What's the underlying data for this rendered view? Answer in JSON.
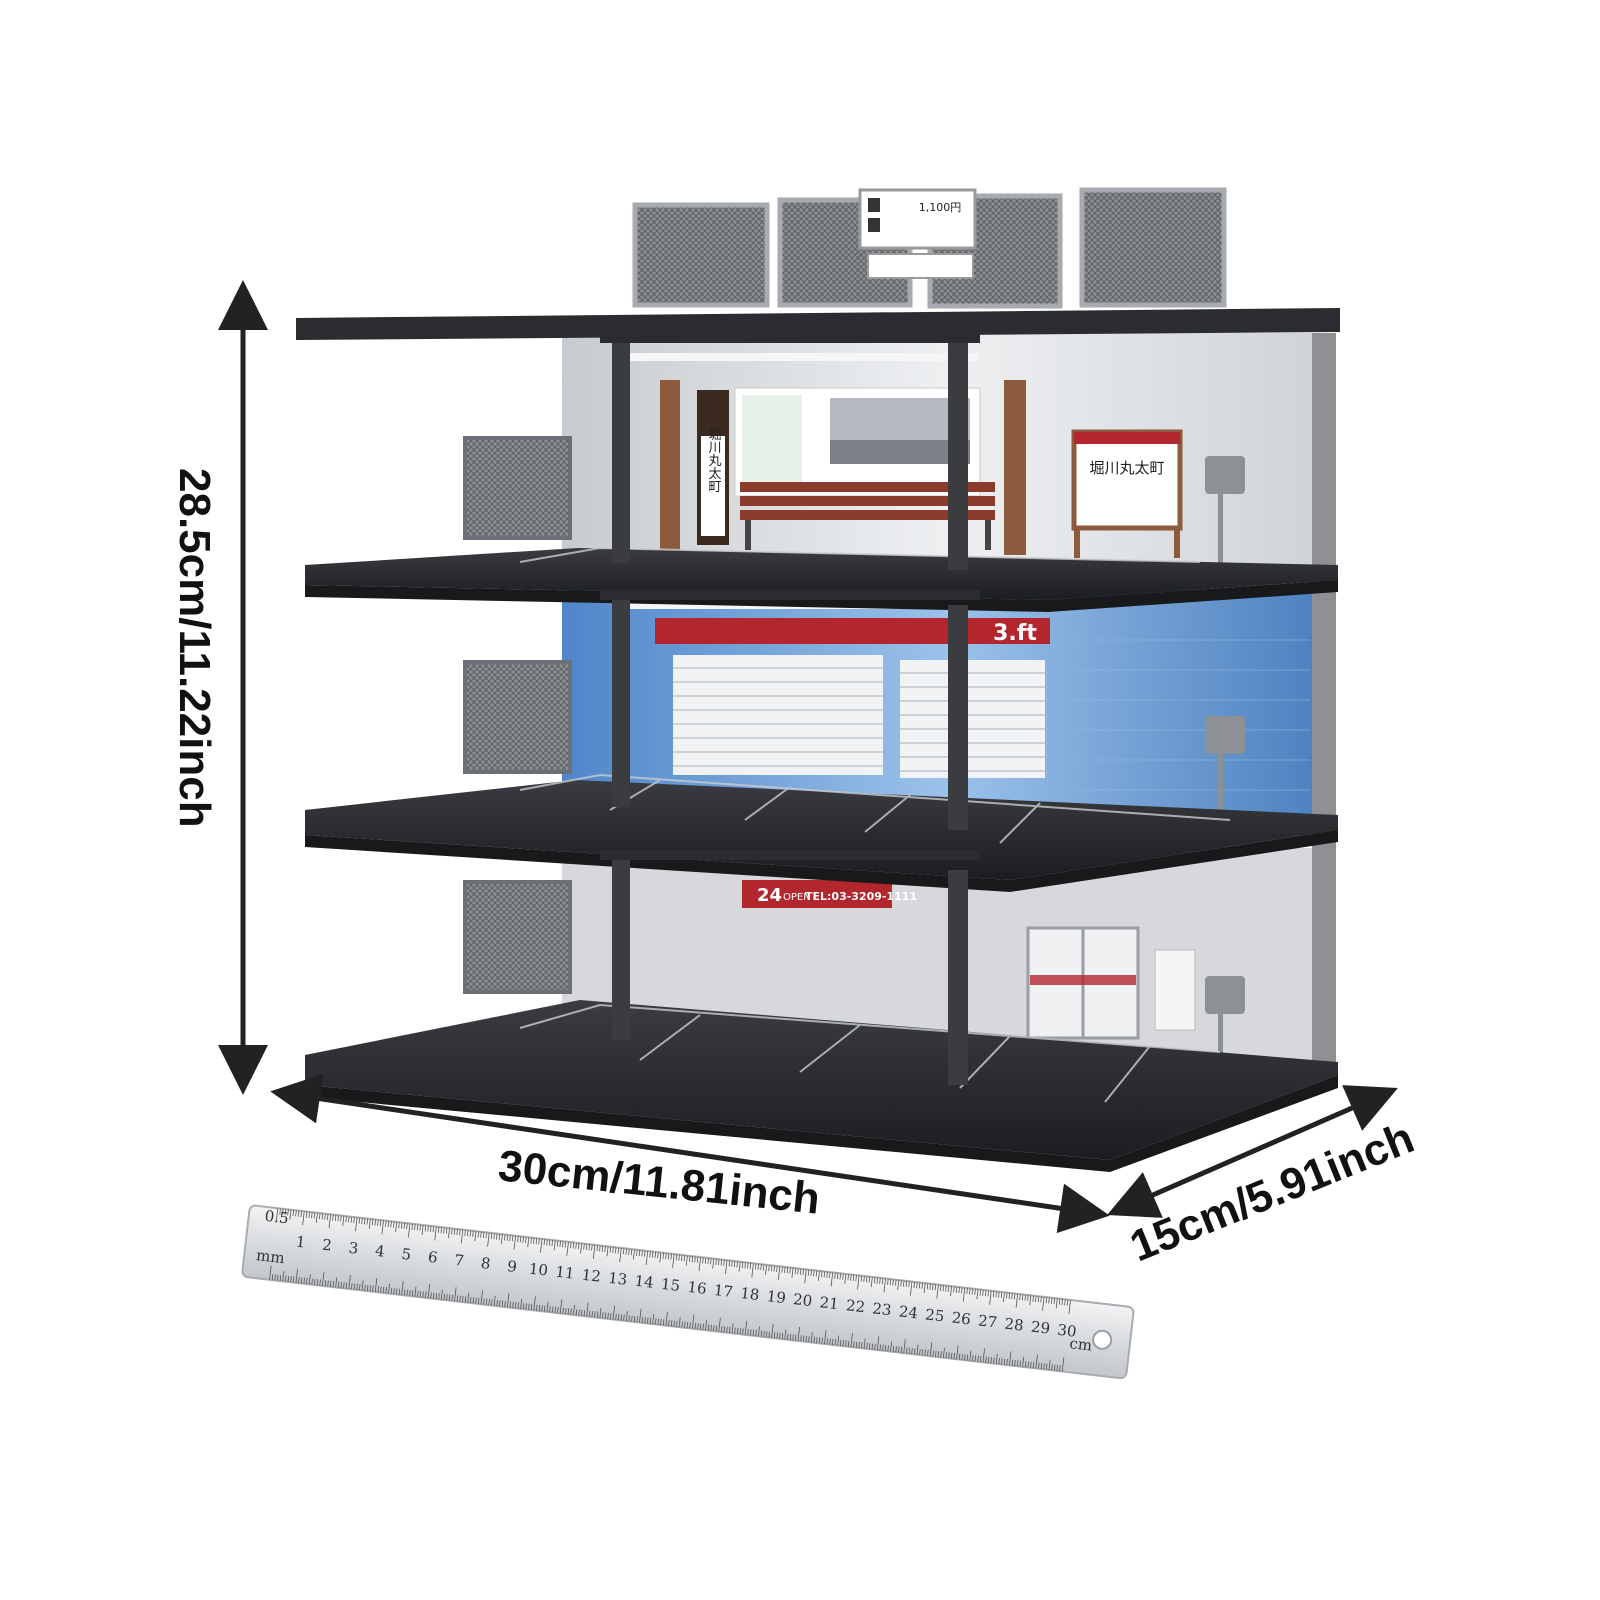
{
  "dimensions": {
    "height_label": "28.5cm/11.22inch",
    "width_label": "30cm/11.81inch",
    "depth_label": "15cm/5.91inch"
  },
  "signs": {
    "top_price": "1,100円",
    "station_name": "堀川丸太町",
    "station_vertical": "堀川丸太町",
    "shop_name": "3.ft",
    "open_24": "24",
    "open_word": "OPEN",
    "phone": "TEL:03-3209-1111"
  },
  "ruler": {
    "numbers": [
      "1",
      "2",
      "3",
      "4",
      "5",
      "6",
      "7",
      "8",
      "9",
      "10",
      "11",
      "12",
      "13",
      "14",
      "15",
      "16",
      "17",
      "18",
      "19",
      "20",
      "21",
      "22",
      "23",
      "24",
      "25",
      "26",
      "27",
      "28",
      "29",
      "30"
    ],
    "unit": "cm",
    "small_label": "0.5",
    "mm_label": "mm"
  },
  "colors": {
    "floor_dark": "#2a2b2f",
    "upper_wall": "#dcdfe2",
    "middle_wall": "#6a9fd8",
    "lower_wall": "#d6d8db",
    "shop_red": "#b3262e",
    "ruler_steel": "#e4e6e8"
  }
}
